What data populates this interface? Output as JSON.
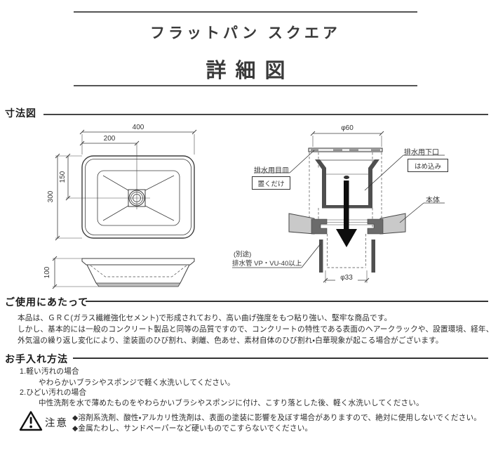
{
  "header": {
    "product_title": "フラットパン スクエア",
    "doc_title": "詳細図"
  },
  "sections": {
    "dimensions": {
      "heading": "寸法図"
    },
    "usage": {
      "heading": "ご使用にあたって",
      "lines": [
        "本品は、ＧＲＣ(ガラス繊維強化セメント)で形成されており、高い曲げ強度をもつ粘り強い、堅牢な商品です。",
        "しかし、基本的には一般のコンクリート製品と同等の品質ですので、コンクリートの特性である表面のヘアークラックや、設置環境、経年、",
        "外気温の繰り返し変化により、塗装面のひび割れ、剥離、色あせ、素材自体のひび割れ・白華現象が起こる場合がございます。"
      ]
    },
    "care": {
      "heading": "お手入れ方法",
      "items": [
        {
          "title": "1.軽い汚れの場合",
          "body": "やわらかいブラシやスポンジで軽く水洗いしてください。"
        },
        {
          "title": "2.ひどい汚れの場合",
          "body": "中性洗剤を水で薄めたものをやわらかいブラシやスポンジに付け、こすり落とした後、軽く水洗いしてください。"
        }
      ]
    },
    "caution": {
      "icon": "warning-triangle",
      "label": "注意",
      "bullets": [
        "◆溶剤系洗剤、酸性・アルカリ性洗剤は、表面の塗装に影響を及ぼす場合がありますので、絶対に使用しないでください。",
        "◆金属たわし、サンドペーパーなど硬いものでこすらないでください。"
      ]
    }
  },
  "drawing": {
    "dims": {
      "top_width": "400",
      "top_center_offset": "200",
      "left_center_offset": "150",
      "left_height": "300",
      "side_height": "100",
      "drain_top_dia": "φ60",
      "pipe_inner_dia": "φ33"
    },
    "labels": {
      "strainer": "排水用目皿",
      "strainer_tag": "置くだけ",
      "outlet": "排水用下口",
      "outlet_tag": "はめ込み",
      "body": "本体",
      "pipe_note": "(別途)",
      "pipe": "排水管 VP・VU-40以上"
    }
  },
  "colors": {
    "text": "#2b2b2b",
    "rule_line": "#555555",
    "drawing_line": "#3d3d3d",
    "body_fill": "#c9c9c9",
    "fitting_fill": "#6b6b6b",
    "background": "#ffffff"
  }
}
